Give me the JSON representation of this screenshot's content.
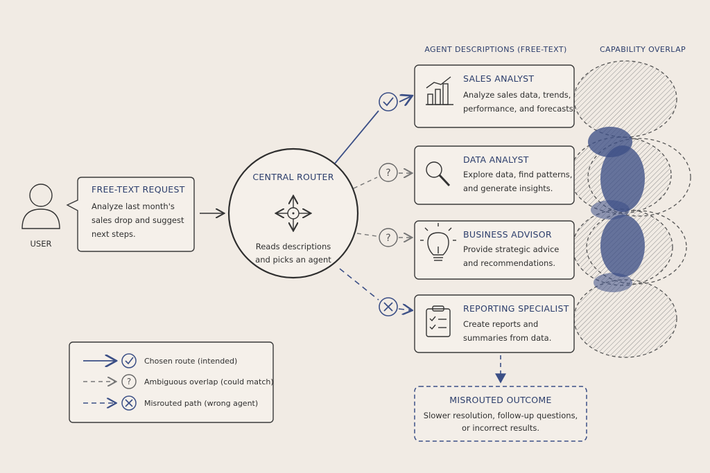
{
  "user": {
    "label": "USER"
  },
  "request": {
    "title": "FREE-TEXT REQUEST",
    "lines": [
      "Analyze last month's",
      "sales drop and suggest",
      "next steps."
    ]
  },
  "router": {
    "title": "CENTRAL ROUTER",
    "lines": [
      "Reads descriptions",
      "and picks an agent"
    ]
  },
  "headers": {
    "agents": "AGENT DESCRIPTIONS (FREE-TEXT)",
    "overlap": "CAPABILITY OVERLAP"
  },
  "agents": [
    {
      "title": "SALES ANALYST",
      "lines": [
        "Analyze sales data, trends,",
        "performance, and forecasts."
      ],
      "icon": "bar-chart-icon",
      "route": "chosen"
    },
    {
      "title": "DATA ANALYST",
      "lines": [
        "Explore data, find patterns,",
        "and generate insights."
      ],
      "icon": "magnifier-icon",
      "route": "ambiguous"
    },
    {
      "title": "BUSINESS ADVISOR",
      "lines": [
        "Provide strategic advice",
        "and recommendations."
      ],
      "icon": "lightbulb-icon",
      "route": "ambiguous"
    },
    {
      "title": "REPORTING SPECIALIST",
      "lines": [
        "Create reports and",
        "summaries from data."
      ],
      "icon": "clipboard-icon",
      "route": "misrouted"
    }
  ],
  "outcome": {
    "title": "MISROUTED OUTCOME",
    "lines": [
      "Slower resolution, follow-up questions,",
      "or incorrect results."
    ]
  },
  "legend": [
    {
      "label": "Chosen route (intended)",
      "icon": "check-icon"
    },
    {
      "label": "Ambiguous overlap (could match)",
      "icon": "question-icon"
    },
    {
      "label": "Misrouted path (wrong agent)",
      "icon": "x-icon"
    }
  ],
  "colors": {
    "navy": "#3b4f86",
    "gray": "#777777",
    "ink": "#333333",
    "background": "#f1ebe4"
  }
}
